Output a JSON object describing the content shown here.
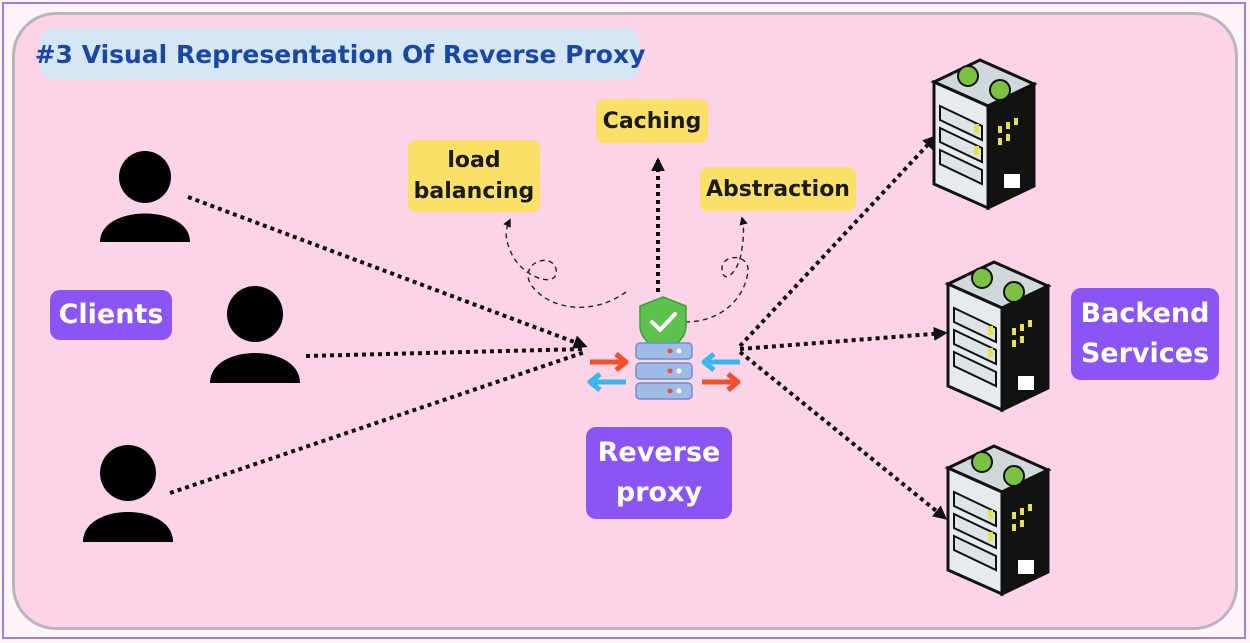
{
  "title": "#3 Visual Representation Of Reverse Proxy",
  "labels": {
    "clients": "Clients",
    "reverse_proxy": [
      "Reverse",
      "proxy"
    ],
    "backend_services": [
      "Backend",
      "Services"
    ],
    "caching": "Caching",
    "load_balancing": [
      "load",
      "balancing"
    ],
    "abstraction": "Abstraction"
  },
  "icons": {
    "client": "user-icon",
    "proxy": "server-stack-icon",
    "shield": "shield-check-icon",
    "backend": "server-tower-icon",
    "arrows": "swap-arrows-icon"
  },
  "colors": {
    "background": "#fdd3e7",
    "title_pill": "#d5e6f5",
    "title_text": "#1947a3",
    "purple_label": "#8b54f5",
    "yellow_label": "#fbe067",
    "shield": "#5cc14d",
    "proxy_server": "#9fbbe8",
    "arrow_red": "#f0502e",
    "arrow_blue": "#38b8ef"
  }
}
